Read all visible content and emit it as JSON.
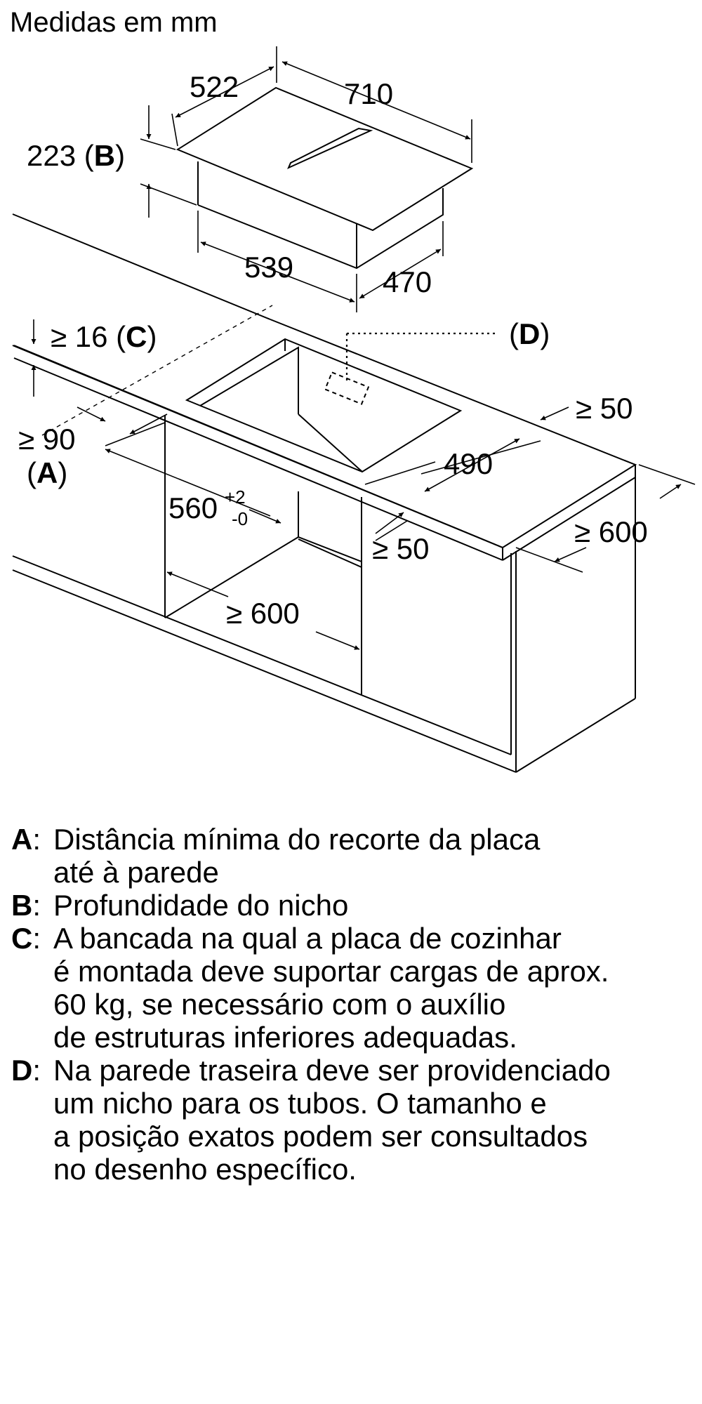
{
  "title": "Medidas em mm",
  "dimensions": {
    "hob_depth": "522",
    "hob_width": "710",
    "niche_height_value": "223 (",
    "niche_height_letter": "B",
    "niche_height_close": ")",
    "body_width": "539",
    "body_depth": "470",
    "worktop_thickness_value": "≥ 16 (",
    "worktop_thickness_letter": "C",
    "worktop_thickness_close": ")",
    "marker_d_open": "(",
    "marker_d_letter": "D",
    "marker_d_close": ")",
    "front_clearance": "≥ 50",
    "wall_distance_value": "≥ 90",
    "wall_distance_open": "(",
    "wall_distance_letter": "A",
    "wall_distance_close": ")",
    "cutout_depth": "490",
    "cutout_width_value": "560",
    "cutout_width_plus": "+2",
    "cutout_width_minus": "-0",
    "side_clearance": "≥ 50",
    "worktop_depth": "≥ 600",
    "cabinet_width": "≥ 600"
  },
  "legend": [
    {
      "key": "A",
      "lines": [
        "Distância mínima do recorte da placa",
        "até à parede"
      ]
    },
    {
      "key": "B",
      "lines": [
        "Profundidade do nicho"
      ]
    },
    {
      "key": "C",
      "lines": [
        "A bancada na qual a placa de cozinhar",
        "é montada deve suportar cargas de aprox.",
        "60 kg, se necessário com o auxílio",
        "de estruturas inferiores adequadas."
      ]
    },
    {
      "key": "D",
      "lines": [
        "Na parede traseira deve ser providenciado",
        "um nicho para os tubos. O tamanho e",
        "a posição exatos podem ser consultados",
        "no desenho específico."
      ]
    }
  ]
}
